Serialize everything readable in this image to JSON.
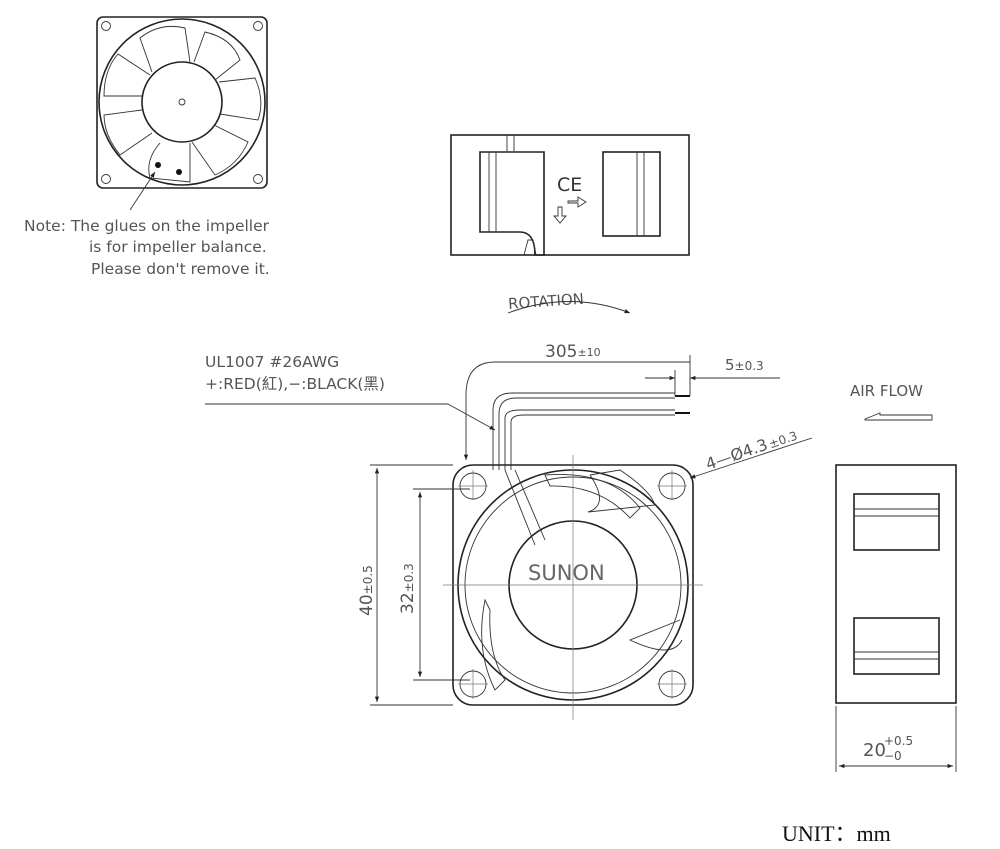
{
  "note": {
    "line1": "Note:  The glues on the impeller",
    "line2": "is for impeller balance.",
    "line3": "Please don't remove it."
  },
  "top_view": {
    "ce_mark": "CE",
    "rotation_label": "ROTATION"
  },
  "wire": {
    "spec_line1": "UL1007  #26AWG",
    "spec_line2": "+:RED(紅),−:BLACK(黑)",
    "length": "305",
    "length_tol": "±10",
    "strip": "5",
    "strip_tol": "±0.3"
  },
  "front_view": {
    "brand": "SUNON",
    "hole_spec": "4—Ø4.3",
    "hole_tol": "±0.3",
    "height": "40",
    "height_tol": "±0.5",
    "hole_pitch": "32",
    "hole_pitch_tol": "±0.3"
  },
  "side_view": {
    "airflow_label": "AIR FLOW",
    "depth": "20",
    "depth_tol_plus": "+0.5",
    "depth_tol_minus": "−0"
  },
  "unit_label": "UNIT：mm"
}
